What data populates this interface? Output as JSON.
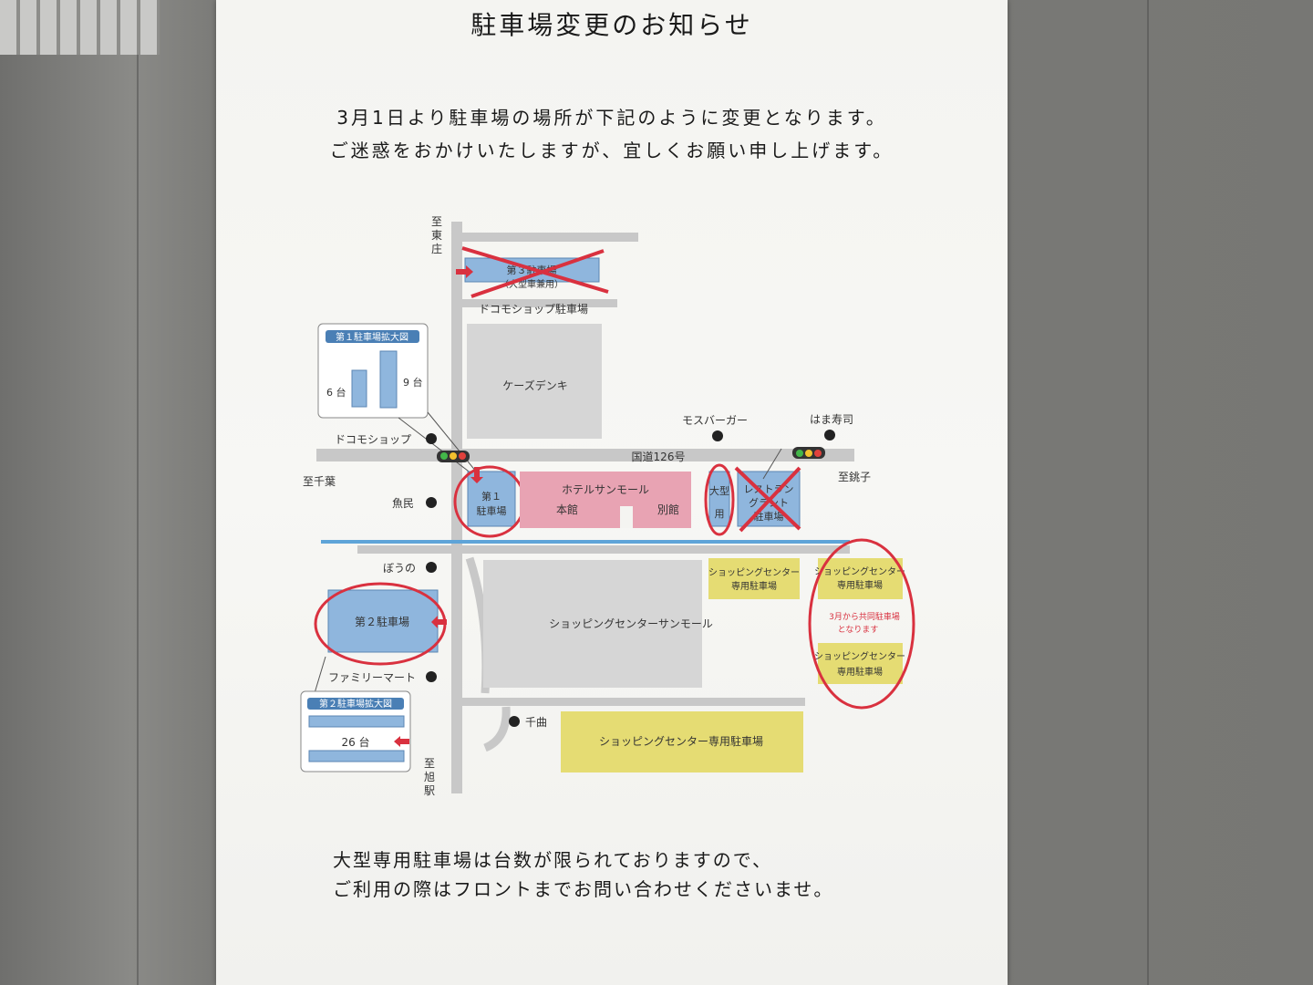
{
  "notice": {
    "title": "駐車場変更のお知らせ",
    "intro_line1": "3月1日より駐車場の場所が下記のように変更となります。",
    "intro_line2": "ご迷惑をおかけいたしますが、宜しくお願い申し上げます。",
    "footer_line1": "大型専用駐車場は台数が限られておりますので、",
    "footer_line2": "ご利用の際はフロントまでお問い合わせくださいませ。"
  },
  "map": {
    "to_higashisho": "至東庄",
    "to_chiba": "至千葉",
    "to_choshi": "至銚子",
    "to_asahi_station": "至旭駅",
    "route": "国道126号",
    "lot3_line1": "第３駐車場",
    "lot3_line2": "（大型車兼用）",
    "docomo_lot": "ドコモショップ駐車場",
    "ks_denki": "ケーズデンキ",
    "lot1_inset_title": "第１駐車場拡大図",
    "lot1_inset_left_count": "6 台",
    "lot1_inset_right_count": "9 台",
    "docomo_shop": "ドコモショップ",
    "mos_burger": "モスバーガー",
    "hama_sushi": "はま寿司",
    "lot1_line1": "第１",
    "lot1_line2": "駐車場",
    "hotel_name": "ホテルサンモール",
    "main_building": "本館",
    "annex": "別館",
    "large_lot_line1": "大型",
    "large_lot_line2": "用",
    "restaurant_lot_line1": "レストラン",
    "restaurant_lot_line2": "グラント",
    "restaurant_lot_line3": "駐車場",
    "uotami": "魚民",
    "bouno": "ぼうの",
    "lot2": "第２駐車場",
    "family_mart": "ファミリーマート",
    "lot2_inset_title": "第２駐車場拡大図",
    "lot2_inset_count": "26 台",
    "sc_lot_line1": "ショッピングセンター",
    "sc_lot_line2": "専用駐車場",
    "sc_lot_right_top_line1": "ショッピングセンター",
    "sc_lot_right_top_line2": "専用駐車場",
    "shared_note_line1": "3月から共同駐車場",
    "shared_note_line2": "となります",
    "sc_lot_right_bottom_line1": "ショッピングセンター",
    "sc_lot_right_bottom_line2": "専用駐車場",
    "shopping_center": "ショッピングセンターサンモール",
    "senkyoku": "千曲",
    "sc_bottom_lot": "ショッピングセンター専用駐車場"
  },
  "colors": {
    "road": "#c8c8c8",
    "parking_blue": "#8fb6dd",
    "hotel_pink": "#e8a3b3",
    "sc_yellow": "#e5dc73",
    "building_gray": "#d6d6d6",
    "river_blue": "#5ea4d8",
    "mark_red": "#d9313f"
  }
}
